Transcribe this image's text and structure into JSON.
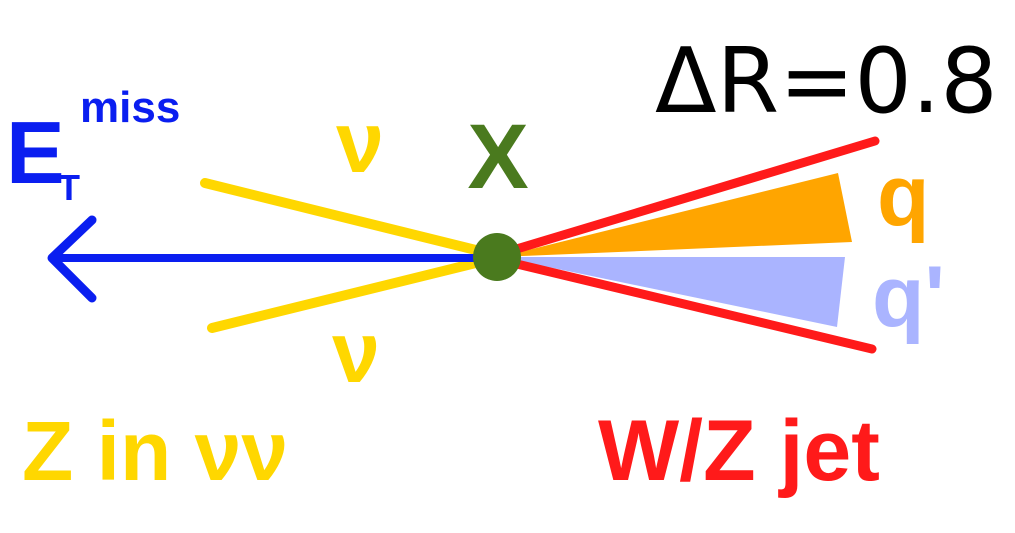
{
  "diagram": {
    "vertex": {
      "label": "X"
    },
    "met": {
      "main": "E",
      "subscript": "T",
      "superscript": "miss"
    },
    "neutrino_upper": {
      "label": "ν"
    },
    "neutrino_lower": {
      "label": "ν"
    },
    "quark": {
      "label": "q"
    },
    "antiquark": {
      "label": "q'"
    },
    "cone": {
      "label": "ΔR=0.8"
    },
    "z_decay": {
      "label": "Z in νν"
    },
    "jet": {
      "label": "W/Z jet"
    }
  },
  "colors": {
    "met_blue": "#0a1ef0",
    "neutrino_yellow": "#ffd700",
    "vertex_green": "#4a7a1e",
    "jet_red": "#ff1a1a",
    "quark_orange": "#ffa500",
    "antiquark_lavender": "#aab4ff",
    "black": "#000000"
  }
}
